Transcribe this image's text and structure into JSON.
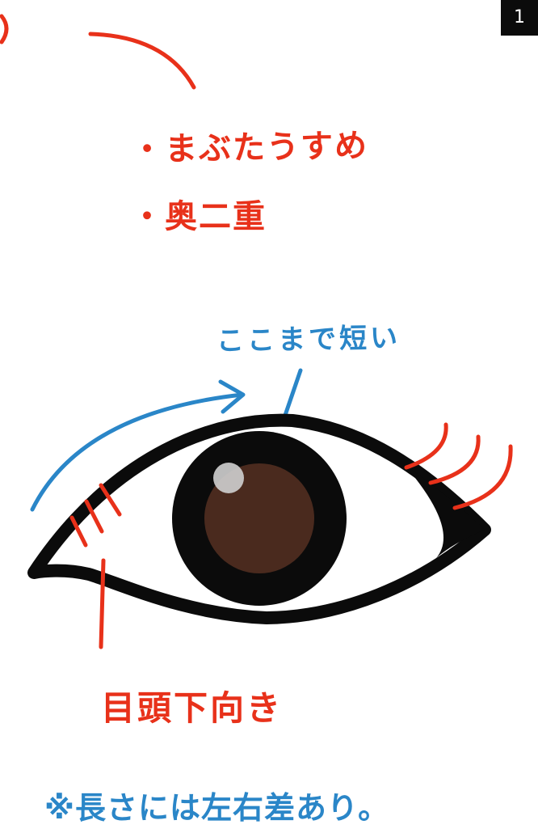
{
  "notes": {
    "item1": "・まぶたうすめ",
    "item2": "・奥二重"
  },
  "callouts": {
    "short_here": "ここまで短い",
    "inner_corner_down": "目頭下向き"
  },
  "footer": {
    "note": "※長さには左右差あり。"
  },
  "corner": {
    "glyph": "1"
  },
  "colors": {
    "annotation_red": "#e8311a",
    "annotation_blue": "#2a86c8",
    "eyeline": "#0b0b0b",
    "iris": "#4a2a1e",
    "highlight": "#cfcfcf"
  }
}
